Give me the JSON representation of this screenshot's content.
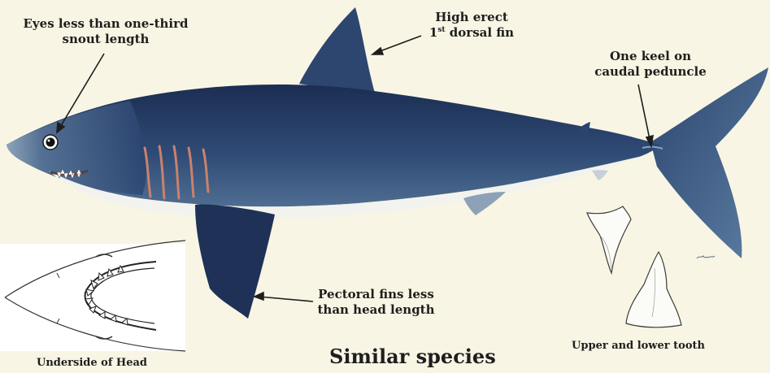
{
  "labels": {
    "eyes_line1": "Eyes less than one-third",
    "eyes_line2": "snout length",
    "dorsal_line1": "High erect",
    "dorsal_number": "1",
    "dorsal_superscript": "st",
    "dorsal_rest": " dorsal fin",
    "keel_line1": "One keel on",
    "keel_line2": "caudal peduncle",
    "pectoral_line1": "Pectoral fins less",
    "pectoral_line2": "than head length",
    "teeth": "Upper and lower tooth",
    "underside": "Underside of Head",
    "similar": "Similar species"
  },
  "colors": {
    "background": "#f8f5e4",
    "shark_dark": "#1f3157",
    "shark_mid": "#3a5a82",
    "belly": "#f2f3ee",
    "gill": "#c9826c",
    "text": "#1e1e1e"
  }
}
